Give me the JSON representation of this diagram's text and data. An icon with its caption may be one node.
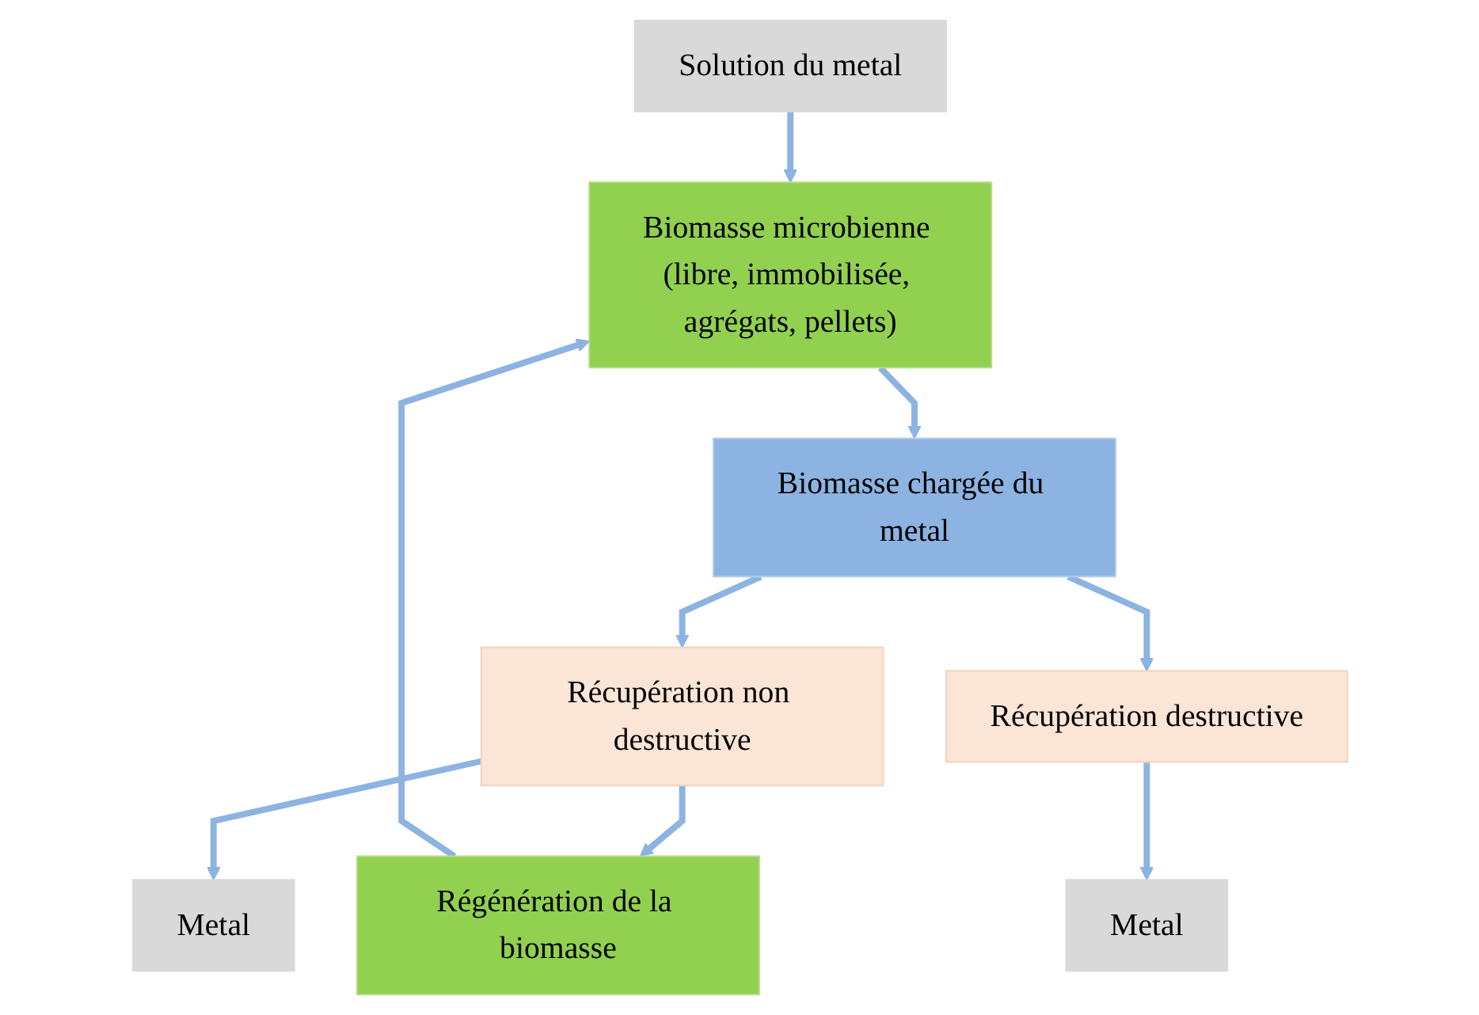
{
  "diagram": {
    "nodes": [
      {
        "text": [
          "Solution du metal"
        ]
      },
      {
        "text": [
          "Biomasse microbienne (libre, immobilisée, agrégats, pellets)"
        ]
      },
      {
        "text": [
          "Régénération de la biomasse"
        ]
      },
      {
        "text": [
          "Biomasse chargée du metal"
        ]
      },
      {
        "text": [
          "Récupération non destructive"
        ]
      },
      {
        "text": [
          "Récupération destructive"
        ]
      },
      {
        "text": [
          "Metal"
        ]
      },
      {
        "text": [
          "Metal"
        ]
      }
    ],
    "edges": [
      {
        "from": 0,
        "to": 1,
        "arrow": "to"
      },
      {
        "from": 2,
        "to": 1,
        "arrow": "to"
      },
      {
        "from": 1,
        "to": 3,
        "arrow": "to"
      },
      {
        "from": 3,
        "to": 4,
        "arrow": "to"
      },
      {
        "from": 3,
        "to": 5,
        "arrow": "to"
      },
      {
        "from": 4,
        "to": 2,
        "arrow": "to"
      },
      {
        "from": 4,
        "to": 6,
        "arrow": "to"
      },
      {
        "from": 5,
        "to": 7,
        "arrow": "to"
      }
    ]
  }
}
